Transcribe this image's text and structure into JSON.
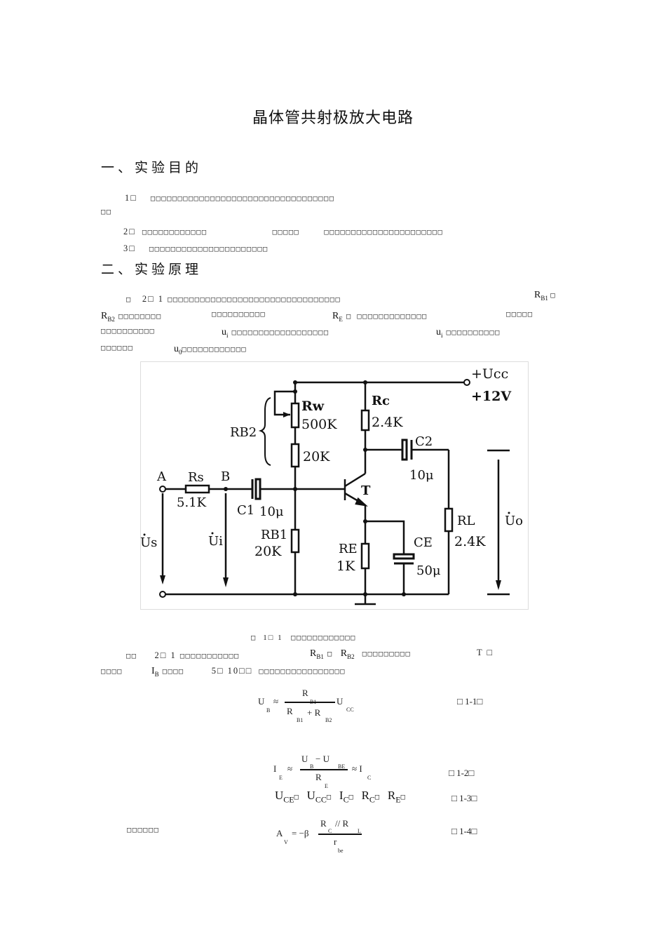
{
  "document": {
    "title": "晶体管共射极放大电路",
    "sections": [
      {
        "heading": "一、实验目的",
        "items": [
          {
            "num": "1□",
            "text": "□□□□□□□□□□□□□□□□□□□□□□□□□□□□□□□□□□",
            "cont": "□□"
          },
          {
            "num": "2□",
            "text_a": "□□□□□□□□□□□□",
            "text_b": "□□□□□",
            "text_c": "□□□□□□□□□□□□□□□□□□□□□□"
          },
          {
            "num": "3□",
            "text": "□□□□□□□□□□□□□□□□□□□□□□"
          }
        ]
      },
      {
        "heading": "二、实验原理",
        "paragraph": {
          "line1_a": "□",
          "line1_fig": "2□ 1",
          "line1_b": "□□□□□□□□□□□□□□□□□□□□□□□□□□□□□□□□",
          "line1_sym": "R",
          "line1_sym_sub": "B1",
          "line1_c": "□",
          "line2_sym": "R",
          "line2_sym_sub": "B2",
          "line2_a": "□□□□□□□□",
          "line2_b": "□□□□□□□□□□",
          "line2_sym2": "R",
          "line2_sym2_sub": "E",
          "line2_c": "□ □□□□□□□□□□□□□",
          "line2_d": "□□□□□",
          "line3_a": "□□□□□□□□□□",
          "line3_sym": "u",
          "line3_sym_sub": "i",
          "line3_b": "□□□□□□□□□□□□□□□□□□",
          "line3_sym2": "u",
          "line3_sym2_sub": "i",
          "line3_c": "□□□□□□□□□□",
          "line4_a": "□□□□□□",
          "line4_sym": "u",
          "line4_sym_sub": "0",
          "line4_b": "□□□□□□□□□□□□"
        }
      }
    ],
    "figure": {
      "caption_a": "□",
      "caption_num": "1□ 1",
      "caption_b": "□□□□□□□□□□□□",
      "labels": {
        "ucc": "+Ucc",
        "ucc_value": "+12V",
        "rw": "Rw",
        "rw_value": "500K",
        "rb2": "RB2",
        "r20k": "20K",
        "rc": "Rc",
        "rc_value": "2.4K",
        "c2": "C2",
        "c2_value": "10μ",
        "node_a": "A",
        "rs": "Rs",
        "rs_value": "5.1K",
        "node_b": "B",
        "c1": "C1",
        "c1_value": "10μ",
        "transistor": "T",
        "rb1": "RB1",
        "rb1_value": "20K",
        "re": "RE",
        "re_value": "1K",
        "ce": "CE",
        "ce_value": "50μ",
        "rl": "RL",
        "rl_value": "2.4K",
        "us": "Us",
        "ui": "Ui",
        "uo": "Uo"
      }
    },
    "para2": {
      "a": "□□",
      "fig": "2□ 1",
      "b": "□□□□□□□□□□□",
      "rb1": "R",
      "rb1_sub": "B1",
      "c": "□",
      "rb2": "R",
      "rb2_sub": "B2",
      "d": "□□□□□□□□□",
      "t": "T □",
      "line2_a": "□□□□",
      "ib": "I",
      "ib_sub": "B",
      "line2_b": "□□□□",
      "ratio": "5□ 10□□",
      "line2_c": "□□□□□□□□□□□□□□□□"
    },
    "equations": [
      {
        "id": "1-1",
        "number": "□ 1-1□",
        "lhs": "U",
        "lhs_sub": "B",
        "rel": "≈",
        "num": "R",
        "num_sub": "B1",
        "den": "R",
        "den_sub": "B1",
        "den_plus": "+ R",
        "den_sub2": "B2",
        "tail": "U",
        "tail_sub": "CC"
      },
      {
        "id": "1-2",
        "number": "□ 1-2□",
        "lhs": "I",
        "lhs_sub": "E",
        "rel": "≈",
        "num": "U",
        "num_sub": "B",
        "num_minus": "− U",
        "num_sub2": "BE",
        "den": "R",
        "den_sub": "E",
        "rel2": "≈ I",
        "tail_sub": "C"
      },
      {
        "id": "1-3",
        "number": "□ 1-3□",
        "text": "U",
        "parts": [
          {
            "b": "U",
            "s": "CE",
            "t": "□"
          },
          {
            "b": "U",
            "s": "CC",
            "t": "□"
          },
          {
            "b": "I",
            "s": "C",
            "t": "□"
          },
          {
            "b": "R",
            "s": "C",
            "t": "□"
          },
          {
            "b": "R",
            "s": "E",
            "t": "□"
          }
        ]
      },
      {
        "id": "1-4",
        "number": "□ 1-4□",
        "prefix": "□□□□□□",
        "lhs": "A",
        "lhs_sub": "V",
        "rel": "= −β",
        "num": "R",
        "num_sub": "C",
        "num_par": "// R",
        "num_sub2": "L",
        "den": "r",
        "den_sub": "be"
      }
    ]
  }
}
